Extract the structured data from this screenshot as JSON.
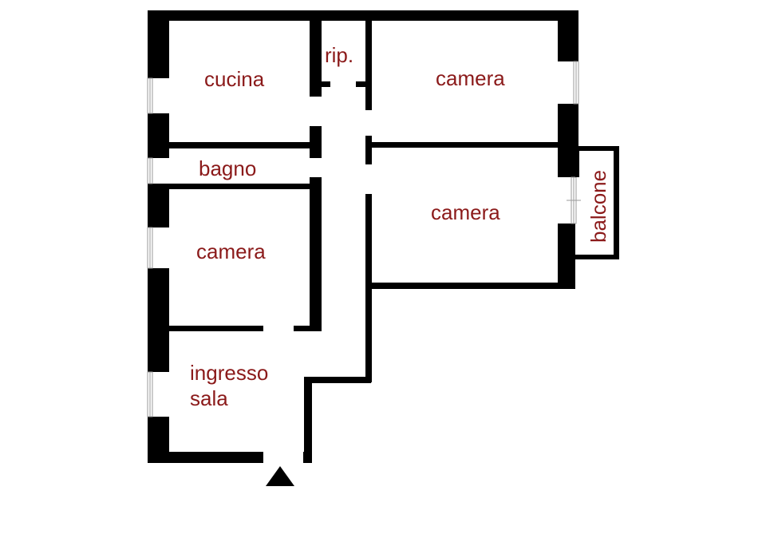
{
  "floorplan": {
    "rooms": {
      "kitchen": "cucina",
      "storage": "rip.",
      "bedroom_top_right": "camera",
      "bathroom": "bagno",
      "bedroom_middle_right": "camera",
      "balcony": "balcone",
      "bedroom_left": "camera",
      "entrance_line1": "ingresso",
      "entrance_line2": "sala"
    },
    "colors": {
      "label": "#8b1a1a",
      "wall": "#000000",
      "window": "#9a9a9a"
    },
    "icons": {
      "entrance": "triangle-up"
    }
  }
}
